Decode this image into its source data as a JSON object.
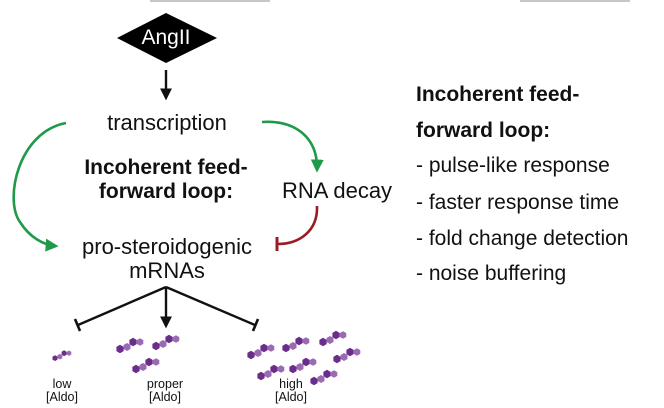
{
  "diagram": {
    "stimulus": {
      "label": "AngII",
      "shape": "diamond",
      "fill": "#000000",
      "text_color": "#ffffff"
    },
    "nodes": {
      "transcription": "transcription",
      "rna_decay": "RNA decay",
      "mrna_line1": "pro-steroidogenic",
      "mrna_line2": "mRNAs"
    },
    "center_note": {
      "line1": "Incoherent feed-",
      "line2": "forward loop:"
    },
    "edges": [
      {
        "from": "AngII",
        "to": "transcription",
        "type": "activation",
        "color": "#111111"
      },
      {
        "from": "transcription",
        "to": "pro-steroidogenic mRNAs",
        "type": "activation",
        "color": "#1e9a48"
      },
      {
        "from": "transcription",
        "to": "RNA decay",
        "type": "activation",
        "color": "#1e9a48"
      },
      {
        "from": "RNA decay",
        "to": "pro-steroidogenic mRNAs",
        "type": "inhibition",
        "color": "#9b1c25"
      },
      {
        "from": "pro-steroidogenic mRNAs",
        "to": "low [Aldo]",
        "type": "inhibition",
        "color": "#111111"
      },
      {
        "from": "pro-steroidogenic mRNAs",
        "to": "proper [Aldo]",
        "type": "activation",
        "color": "#111111"
      },
      {
        "from": "pro-steroidogenic mRNAs",
        "to": "high [Aldo]",
        "type": "inhibition",
        "color": "#111111"
      }
    ],
    "outcomes": [
      {
        "line1": "low",
        "line2": "[Aldo]",
        "molecule_count": 1
      },
      {
        "line1": "proper",
        "line2": "[Aldo]",
        "molecule_count": 3
      },
      {
        "line1": "high",
        "line2": "[Aldo]",
        "molecule_count": 7
      }
    ],
    "colors": {
      "activation_green": "#1e9a48",
      "inhibition_red": "#9b1c25",
      "molecule_dark": "#6a2d8a",
      "molecule_light": "#9a6bb3",
      "text": "#111111"
    }
  },
  "properties_panel": {
    "title_line1": "Incoherent feed-",
    "title_line2": "forward loop:",
    "items": [
      "- pulse-like response",
      "- faster response time",
      "- fold change detection",
      "- noise buffering"
    ]
  }
}
